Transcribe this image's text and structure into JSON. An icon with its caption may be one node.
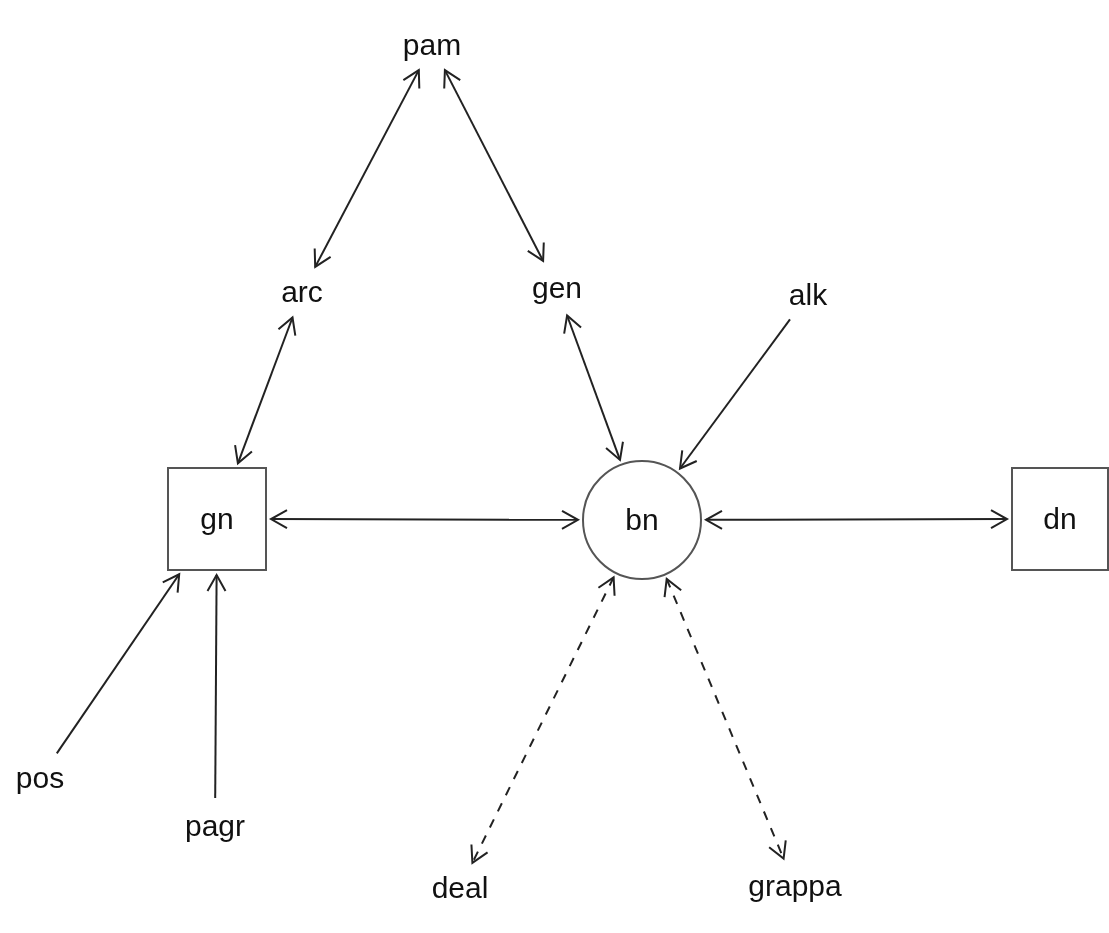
{
  "diagram": {
    "nodes": [
      {
        "text": [
          "pam"
        ]
      },
      {
        "text": [
          "arc"
        ]
      },
      {
        "text": [
          "gen"
        ]
      },
      {
        "text": [
          "alk"
        ]
      },
      {
        "text": [
          "gn"
        ]
      },
      {
        "text": [
          "bn"
        ]
      },
      {
        "text": [
          "dn"
        ]
      },
      {
        "text": [
          "pos"
        ]
      },
      {
        "text": [
          "pagr"
        ]
      },
      {
        "text": [
          "deal"
        ]
      },
      {
        "text": [
          "grappa"
        ]
      }
    ],
    "edges": [
      {
        "from": 0,
        "to": 1,
        "arrow": "both"
      },
      {
        "from": 0,
        "to": 2,
        "arrow": "both"
      },
      {
        "from": 1,
        "to": 4,
        "arrow": "both"
      },
      {
        "from": 2,
        "to": 5,
        "arrow": "both"
      },
      {
        "from": 3,
        "to": 5,
        "arrow": "to"
      },
      {
        "from": 4,
        "to": 5,
        "arrow": "both"
      },
      {
        "from": 5,
        "to": 6,
        "arrow": "both"
      },
      {
        "from": 7,
        "to": 4,
        "arrow": "to"
      },
      {
        "from": 8,
        "to": 4,
        "arrow": "to"
      },
      {
        "from": 5,
        "to": 9,
        "arrow": "both",
        "style": "dashed"
      },
      {
        "from": 5,
        "to": 10,
        "arrow": "both",
        "style": "dashed"
      }
    ]
  }
}
